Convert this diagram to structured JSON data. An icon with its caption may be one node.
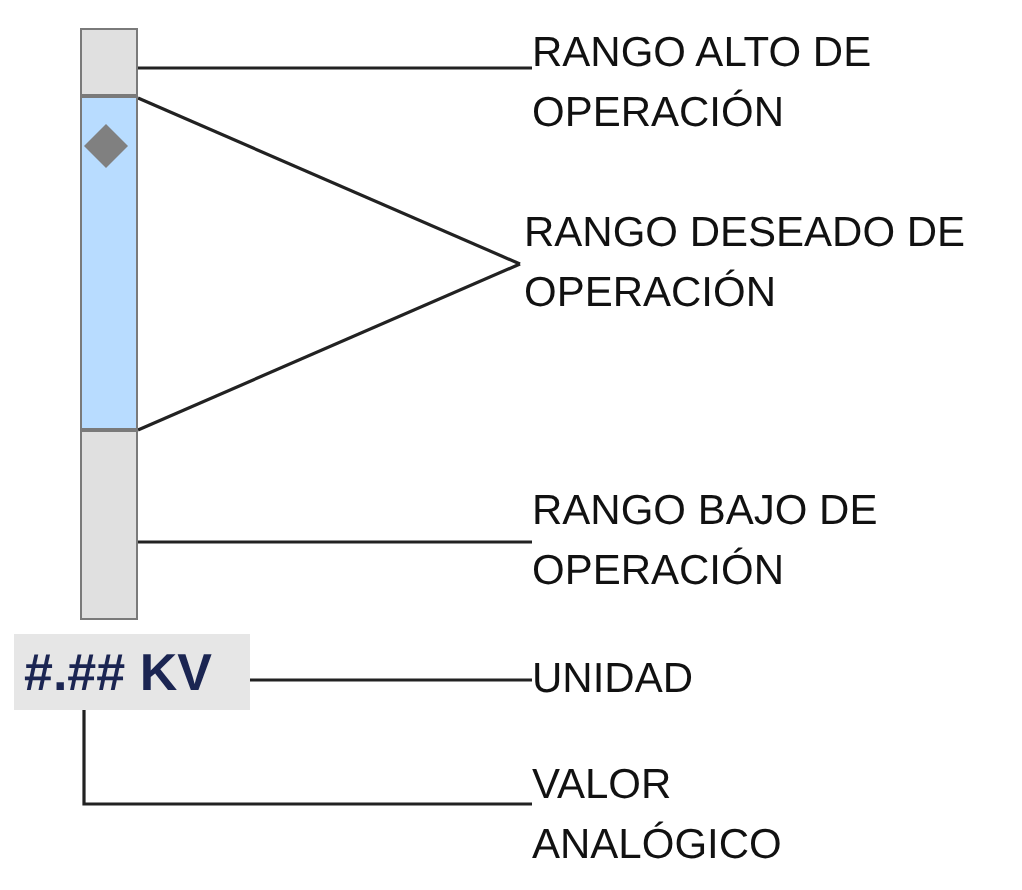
{
  "diagram": {
    "nodes": [
      {
        "text": [],
        "shape": "box"
      },
      {
        "text": [],
        "shape": "box"
      },
      {
        "text": [],
        "shape": "box"
      },
      {
        "text": [
          "#.## KV"
        ]
      },
      {
        "text": [
          "RANGO ALTO DE OPERACIÓN"
        ]
      },
      {
        "text": [
          "RANGO DESEADO DE OPERACIÓN"
        ]
      },
      {
        "text": [
          "RANGO BAJO DE OPERACIÓN"
        ]
      },
      {
        "text": [
          "UNIDAD"
        ]
      },
      {
        "text": [
          "VALOR ANALÓGICO"
        ]
      }
    ],
    "edges": [
      {
        "from": 4,
        "to": 0,
        "arrow": "none"
      },
      {
        "from": 5,
        "to": 1,
        "arrow": "none"
      },
      {
        "from": 5,
        "to": 1,
        "arrow": "none"
      },
      {
        "from": 6,
        "to": 2,
        "arrow": "none"
      },
      {
        "from": 7,
        "to": 3,
        "arrow": "none"
      },
      {
        "from": 8,
        "to": 3,
        "arrow": "none"
      }
    ]
  }
}
